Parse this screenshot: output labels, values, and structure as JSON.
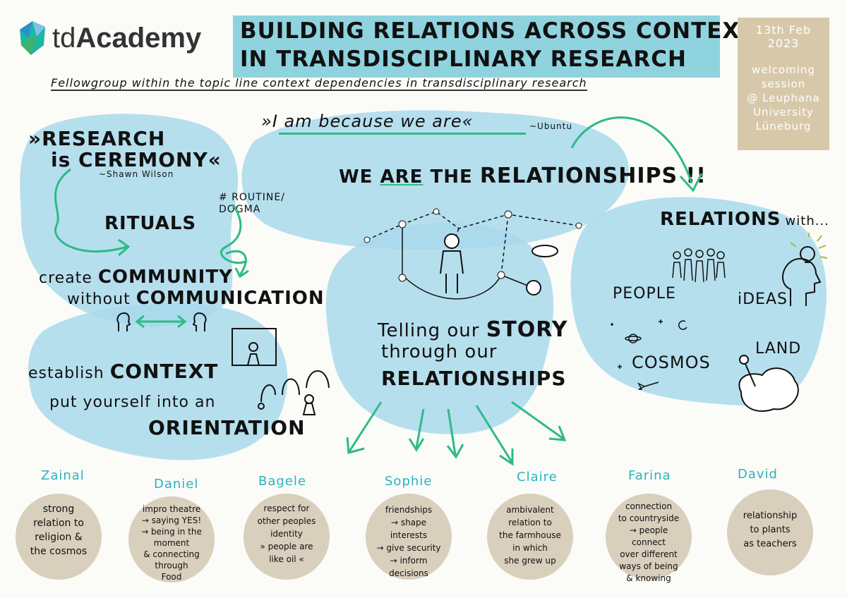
{
  "header": {
    "logo_text_light": "td",
    "logo_text_bold": "Academy",
    "title_line1": "BUILDING RELATIONS ACROSS CONTEXTS",
    "title_line2": "IN TRANSDISCIPLINARY RESEARCH",
    "subtitle": "Fellowgroup within the topic line context dependencies in transdisciplinary research",
    "date_box": {
      "date_line1": "13th Feb",
      "date_line2": "2023",
      "session_lines": "welcoming\nsession\n@ Leuphana\nUniversity\nLüneburg"
    }
  },
  "left_section": {
    "research_line1": "»RESEARCH",
    "research_line2": "is CEREMONY«",
    "attribution": "~Shawn Wilson",
    "routine": "# ROUTINE/\nDOGMA",
    "rituals": "RITUALS",
    "create_prefix": "create",
    "community": "COMMUNITY",
    "without_prefix": "without",
    "communication": "COMMUNICATION",
    "establish_prefix": "establish",
    "context": "CONTEXT",
    "put_yourself": "put yourself into an",
    "orientation": "ORIENTATION"
  },
  "center_section": {
    "quote": "»I am because we are«",
    "quote_attribution": "~Ubuntu",
    "we_are_prefix": "WE",
    "we_are_are": "ARE",
    "we_are_the": "THE",
    "relationships_heading": "RELATIONSHIPS !!",
    "telling_prefix": "Telling our",
    "story": "STORY",
    "through_our": "through our",
    "relationships": "RELATIONSHIPS"
  },
  "right_section": {
    "relations_heading": "RELATIONS",
    "relations_suffix": "with...",
    "people": "PEOPLE",
    "ideas": "iDEAS",
    "cosmos": "COSMOS",
    "land": "LAND"
  },
  "fellows": [
    {
      "name": "Zainal",
      "text": "strong\nrelation to\nreligion &\nthe cosmos"
    },
    {
      "name": "Daniel",
      "text": "impro theatre\n→ saying YES!\n→ being in the moment\n& connecting\nthrough\nFood"
    },
    {
      "name": "Bagele",
      "text": "respect for\nother peoples\nidentity\n» people are\nlike oil «"
    },
    {
      "name": "Sophie",
      "text": "friendships\n→ shape interests\n→ give security\n→ inform\ndecisions"
    },
    {
      "name": "Claire",
      "text": "ambivalent\nrelation to\nthe farmhouse\nin which\nshe grew up"
    },
    {
      "name": "Farina",
      "text": "connection\nto countryside\n→ people connect\nover different\nways of being\n& knowing"
    },
    {
      "name": "David",
      "text": "relationship\nto plants\nas teachers"
    }
  ],
  "colors": {
    "watercolor_blue": "#a9d9ec",
    "title_highlight": "#8fd3de",
    "arrow_green": "#2dbb86",
    "name_teal": "#2bb3bd",
    "circle_beige": "#d9cfbd",
    "date_box": "#d8c8aa"
  }
}
